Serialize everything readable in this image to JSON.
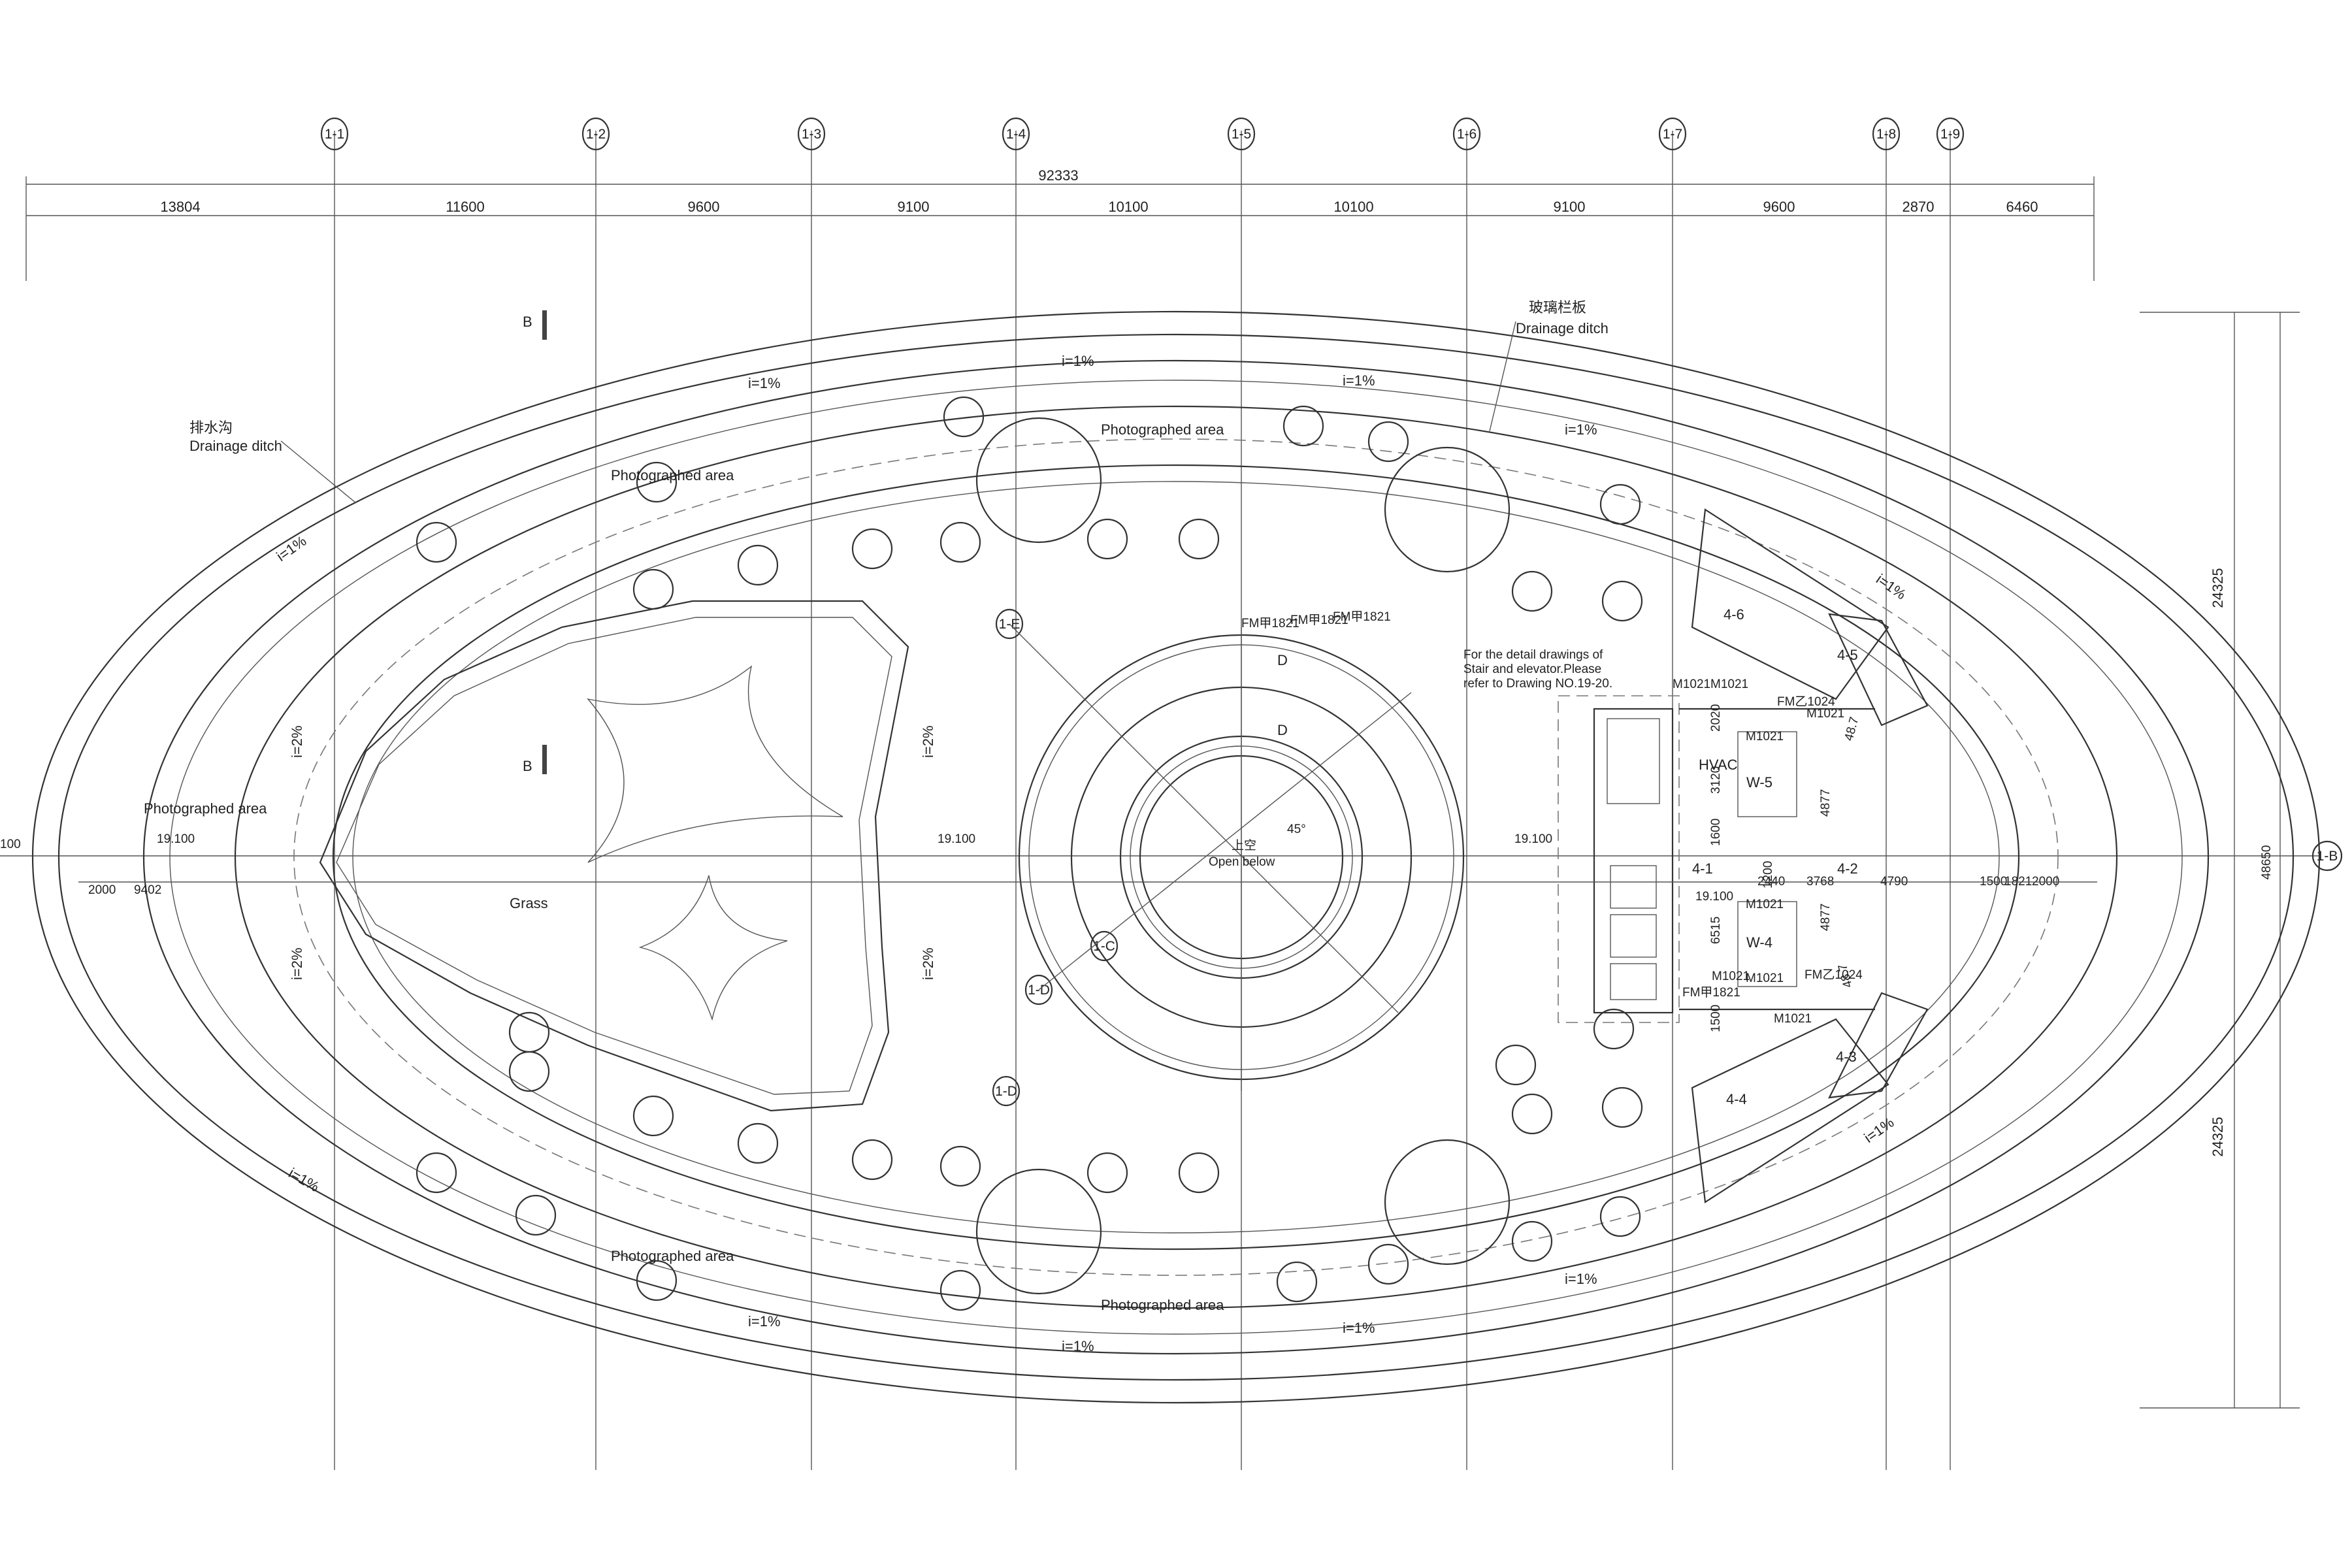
{
  "axes": [
    "1-1",
    "1-2",
    "1-3",
    "1-4",
    "1-5",
    "1-6",
    "1-7",
    "1-8",
    "1-9",
    "1-B",
    "1-C",
    "1-D",
    "1-E"
  ],
  "dims_top": {
    "total": "92333",
    "segments": [
      "13804",
      "11600",
      "9600",
      "9100",
      "10100",
      "10100",
      "9100",
      "9600",
      "2870",
      "6460"
    ]
  },
  "dims_right": {
    "upper": "24325",
    "lower": "24325",
    "total": "48650"
  },
  "dims_middle": [
    "2000",
    "9402",
    "19.100",
    "19.100",
    "19.100",
    "19.100",
    "2440",
    "3768",
    "4790",
    "1500",
    "1821",
    "2000"
  ],
  "dims_vertical": [
    "3120",
    "1600",
    "4877",
    "4877",
    "6515",
    "1500",
    "48.7",
    "48.7",
    "2020",
    "1200"
  ],
  "level_left": "100",
  "labels": {
    "drain_cn_left": "排水沟",
    "drain_en_left": "Drainage ditch",
    "glass_cn": "玻璃栏板",
    "drain_en_right": "Drainage ditch",
    "photo": "Photographed area",
    "grass": "Grass",
    "open_cn": "上空",
    "open_en": "Open below",
    "hvac": "HVAC",
    "note": [
      "For the detail drawings of",
      "Stair and elevator.Please",
      "refer to Drawing NO.19-20."
    ],
    "section": "B",
    "angle": "45°",
    "d": "D"
  },
  "slopes": {
    "one": "i=1%",
    "two": "i=2%"
  },
  "rooms": [
    "4-6",
    "4-5",
    "W-5",
    "W-4",
    "4-1",
    "4-2",
    "4-3",
    "4-4"
  ],
  "doors": [
    "M1021",
    "M1021",
    "M1021",
    "M1021",
    "M1021",
    "M1021",
    "FM甲1821",
    "FM甲1821",
    "FM甲1821",
    "FM甲1821",
    "FM乙1024",
    "FM乙1024",
    "M1021",
    "M1021"
  ]
}
